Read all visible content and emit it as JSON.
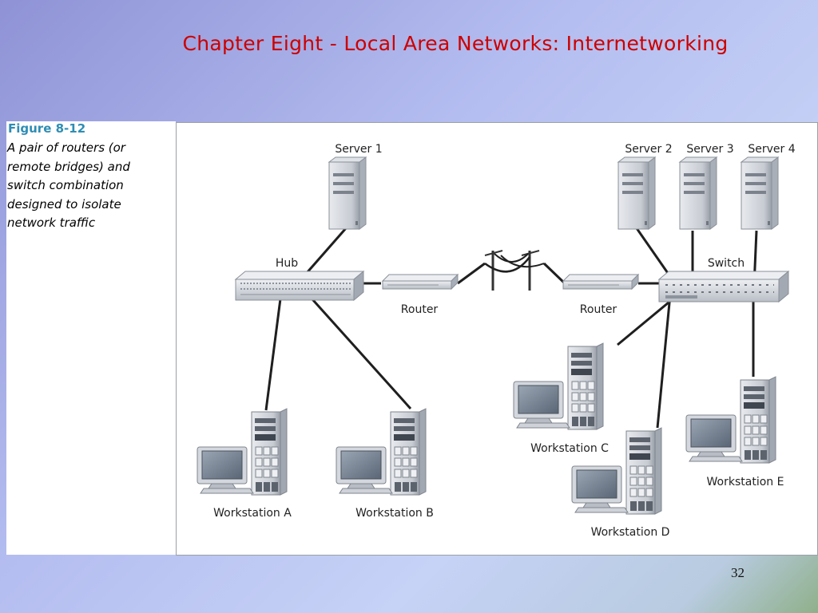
{
  "slide": {
    "title": "Chapter Eight - Local Area Networks: Internetworking",
    "page_number": "32"
  },
  "caption": {
    "figure_number": "Figure 8-12",
    "description": "A pair of routers (or\nremote bridges)  and\nswitch combination\ndesigned to isolate\nnetwork traffic"
  },
  "diagram": {
    "servers": [
      "Server 1",
      "Server 2",
      "Server 3",
      "Server 4"
    ],
    "hub_label": "Hub",
    "switch_label": "Switch",
    "routers": [
      "Router",
      "Router"
    ],
    "workstations": [
      "Workstation A",
      "Workstation B",
      "Workstation C",
      "Workstation D",
      "Workstation E"
    ]
  }
}
